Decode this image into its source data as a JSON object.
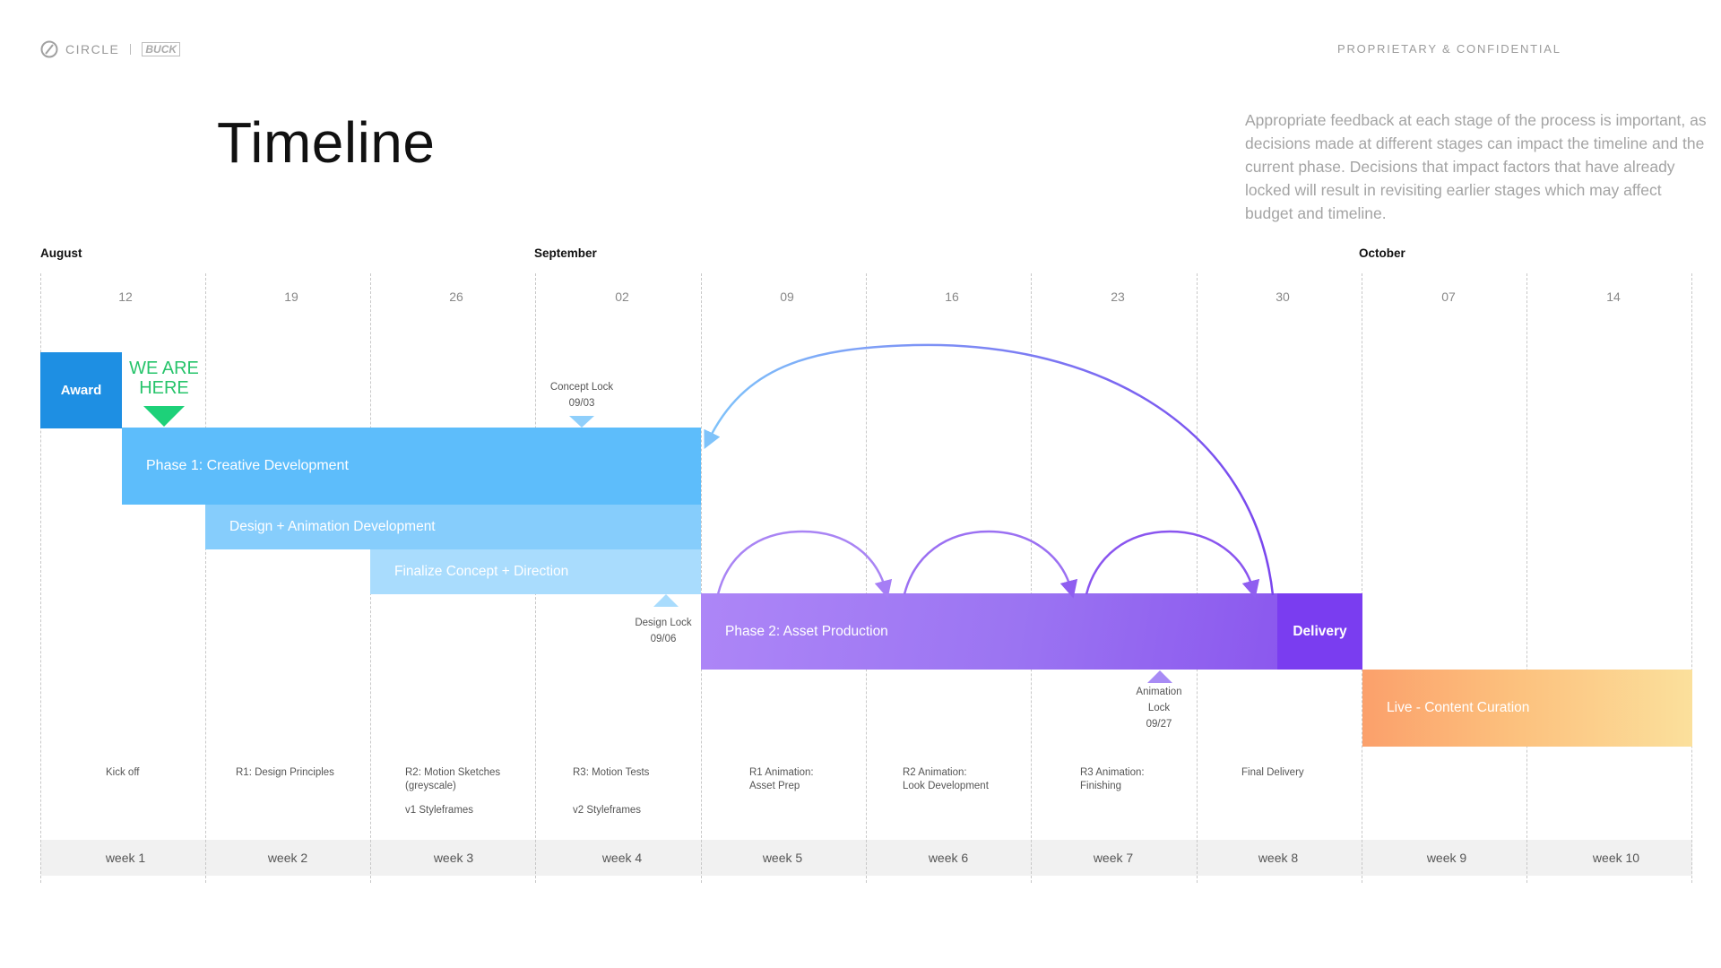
{
  "header": {
    "logo_text": "CIRCLE",
    "logo_partner": "BUCK",
    "confidential": "PROPRIETARY & CONFIDENTIAL"
  },
  "title": "Timeline",
  "description": "Appropriate feedback at each stage of the process is important, as decisions made at different stages can impact the timeline and the current phase. Decisions that impact factors that have already locked will result in revisiting earlier stages which may affect budget and timeline.",
  "months": [
    "August",
    "September",
    "October"
  ],
  "dates": [
    "12",
    "19",
    "26",
    "02",
    "09",
    "16",
    "23",
    "30",
    "07",
    "14"
  ],
  "weeks": [
    "week 1",
    "week 2",
    "week 3",
    "week 4",
    "week 5",
    "week 6",
    "week 7",
    "week 8",
    "week 9",
    "week 10"
  ],
  "bars": {
    "award": "Award",
    "we_are_here_1": "WE ARE",
    "we_are_here_2": "HERE",
    "phase1": "Phase 1: Creative Development",
    "design": "Design + Animation Development",
    "finalize": "Finalize Concept + Direction",
    "phase2": "Phase 2: Asset Production",
    "delivery": "Delivery",
    "live": "Live - Content Curation"
  },
  "milestones": {
    "concept_lock": "Concept Lock",
    "concept_date": "09/03",
    "design_lock": "Design Lock",
    "design_date": "09/06",
    "animation_lock_1": "Animation",
    "animation_lock_2": "Lock",
    "animation_date": "09/27"
  },
  "deliverables": {
    "w1": "Kick off",
    "w2": "R1: Design Principles",
    "w3a": "R2: Motion Sketches",
    "w3b": "(greyscale)",
    "w3c": "v1 Styleframes",
    "w4a": "R3: Motion Tests",
    "w4b": "v2 Styleframes",
    "w5a": "R1 Animation:",
    "w5b": "Asset Prep",
    "w6a": "R2 Animation:",
    "w6b": "Look Development",
    "w7a": "R3 Animation:",
    "w7b": "Finishing",
    "w8": "Final Delivery"
  },
  "colors": {
    "award": "#1e8fe3",
    "we_are_here": "#27c46b",
    "phase1": "#5dbdfb",
    "design": "#86cdfc",
    "finalize": "#a9dcfd",
    "phase2": "#9b74f2",
    "delivery": "#7a3df0",
    "live_start": "#fba06b",
    "live_end": "#fbe09c"
  }
}
